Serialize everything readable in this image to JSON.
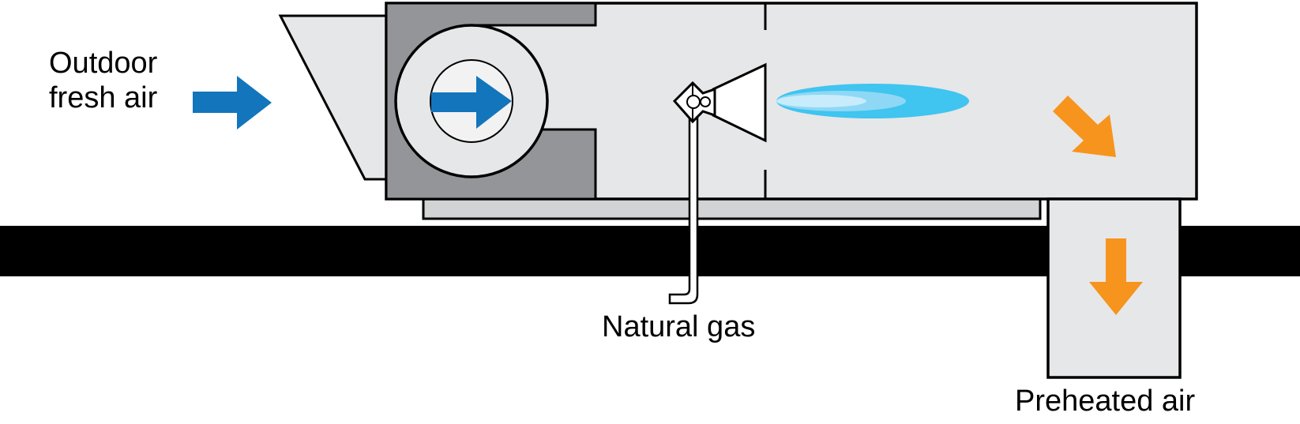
{
  "diagram": {
    "title": "Direct-fired gas makeup air heater",
    "labels": {
      "outdoor_line1": "Outdoor",
      "outdoor_line2": "fresh air",
      "natural_gas": "Natural gas",
      "preheated_air": "Preheated air"
    },
    "colors": {
      "inlet_arrow": "#1375bc",
      "outlet_arrow": "#f7941d",
      "flame_outer": "#40c4f0",
      "flame_mid": "#8fd8f5",
      "flame_inner": "#c8ecfb",
      "housing": "#e6e7e8",
      "fan_section": "#939598",
      "roof": "#000000",
      "curb": "#d1d3d4"
    },
    "components": [
      "inlet hood",
      "blower fan",
      "gas burner",
      "flame",
      "heated air chamber",
      "discharge duct",
      "roof curb",
      "roof deck",
      "gas supply pipe"
    ]
  }
}
